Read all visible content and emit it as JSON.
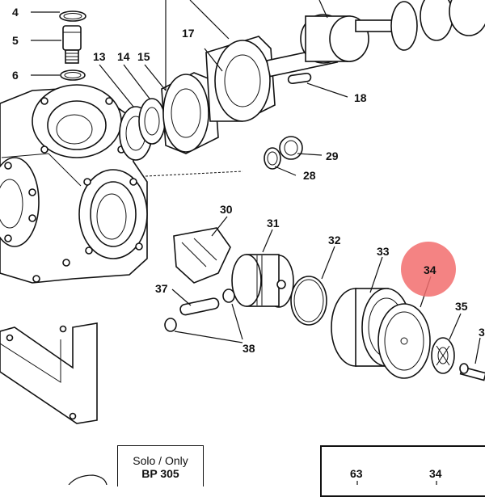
{
  "callouts": [
    {
      "id": "4",
      "label": "4"
    },
    {
      "id": "5",
      "label": "5"
    },
    {
      "id": "6",
      "label": "6"
    },
    {
      "id": "13",
      "label": "13"
    },
    {
      "id": "14",
      "label": "14"
    },
    {
      "id": "15",
      "label": "15"
    },
    {
      "id": "17",
      "label": "17"
    },
    {
      "id": "18",
      "label": "18"
    },
    {
      "id": "28",
      "label": "28"
    },
    {
      "id": "29",
      "label": "29"
    },
    {
      "id": "30",
      "label": "30"
    },
    {
      "id": "31",
      "label": "31"
    },
    {
      "id": "32",
      "label": "32"
    },
    {
      "id": "33",
      "label": "33"
    },
    {
      "id": "34",
      "label": "34"
    },
    {
      "id": "35",
      "label": "35"
    },
    {
      "id": "3x",
      "label": "3"
    },
    {
      "id": "37",
      "label": "37"
    },
    {
      "id": "38",
      "label": "38"
    }
  ],
  "highlight": {
    "label": "34",
    "color": "#f26d6d"
  },
  "note_box": {
    "line1": "Solo / Only",
    "line2": "BP 305"
  },
  "inset_labels": {
    "left": "63",
    "right": "34"
  }
}
